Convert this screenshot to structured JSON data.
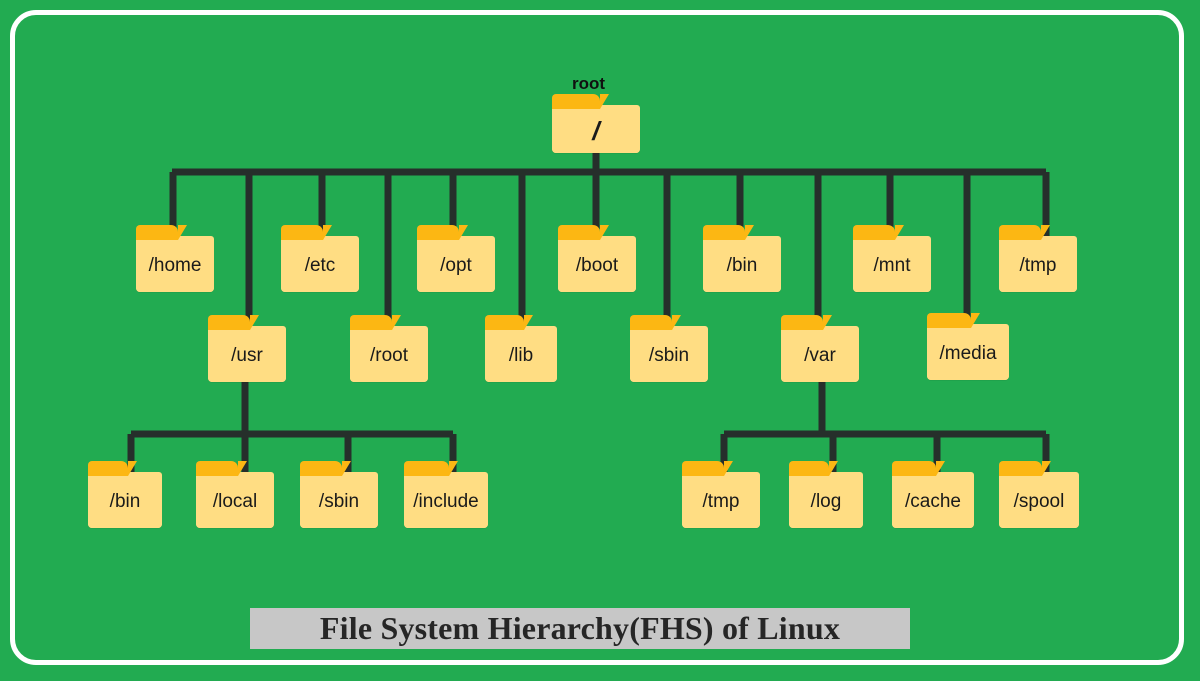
{
  "theme": {
    "background": "#22ab51",
    "frame_border": "#ffffff",
    "folder_body": "#ffdd83",
    "folder_tab": "#fcb713",
    "line": "#262f2b",
    "title_bg": "#c7c7c7",
    "title_text": "#262626"
  },
  "title": {
    "text": "File System Hierarchy(FHS) of Linux"
  },
  "root": {
    "caption": "root",
    "label": "/"
  },
  "level1": [
    {
      "label": "/home"
    },
    {
      "label": "/etc"
    },
    {
      "label": "/opt"
    },
    {
      "label": "/boot"
    },
    {
      "label": "/bin"
    },
    {
      "label": "/mnt"
    },
    {
      "label": "/tmp"
    }
  ],
  "level2": [
    {
      "label": "/usr"
    },
    {
      "label": "/root"
    },
    {
      "label": "/lib"
    },
    {
      "label": "/sbin"
    },
    {
      "label": "/var"
    },
    {
      "label": "/media"
    }
  ],
  "usr_children": [
    {
      "label": "/bin"
    },
    {
      "label": "/local"
    },
    {
      "label": "/sbin"
    },
    {
      "label": "/include"
    }
  ],
  "var_children": [
    {
      "label": "/tmp"
    },
    {
      "label": "/log"
    },
    {
      "label": "/cache"
    },
    {
      "label": "/spool"
    }
  ],
  "chart_data": {
    "type": "diagram",
    "title": "File System Hierarchy(FHS) of Linux",
    "root": "/",
    "tree": {
      "/": [
        "/home",
        "/usr",
        "/etc",
        "/root",
        "/opt",
        "/lib",
        "/boot",
        "/sbin",
        "/bin",
        "/var",
        "/mnt",
        "/media",
        "/tmp"
      ],
      "/usr": [
        "/bin",
        "/local",
        "/sbin",
        "/include"
      ],
      "/var": [
        "/tmp",
        "/log",
        "/cache",
        "/spool"
      ]
    }
  }
}
